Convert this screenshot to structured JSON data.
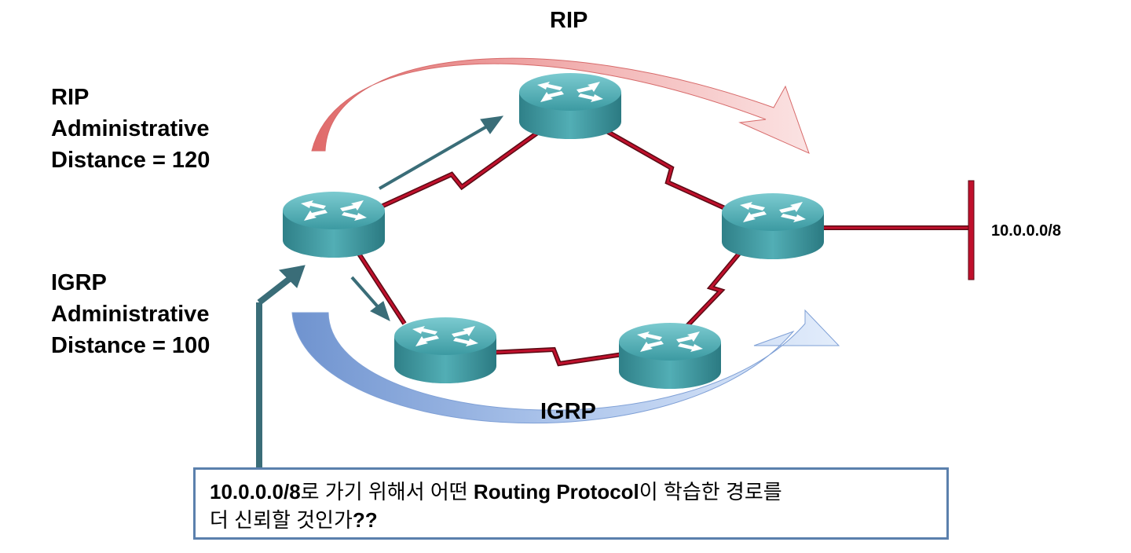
{
  "labels": {
    "rip_top": "RIP",
    "igrp_bottom": "IGRP",
    "rip_ad": [
      "RIP",
      "Administrative",
      "Distance = 120"
    ],
    "igrp_ad": [
      "IGRP",
      "Administrative",
      "Distance = 100"
    ],
    "network": "10.0.0.0/8"
  },
  "question": {
    "prefix": "10.0.0.0/8",
    "text_1": "로 가기 위해서 어떤 ",
    "protocol": "Routing Protocol",
    "text_2": "이 학습한 경로를",
    "text_3": "더 신뢰할 것인가",
    "end": "??"
  },
  "colors": {
    "router_teal": "#4aa5ad",
    "link_red": "#c0102c",
    "rip_arrow": "#e07b7b",
    "igrp_arrow": "#8fb1e3",
    "pointer_arrow": "#3a6d78",
    "box_border": "#5b80ad"
  },
  "icons": [
    "router-icon"
  ]
}
